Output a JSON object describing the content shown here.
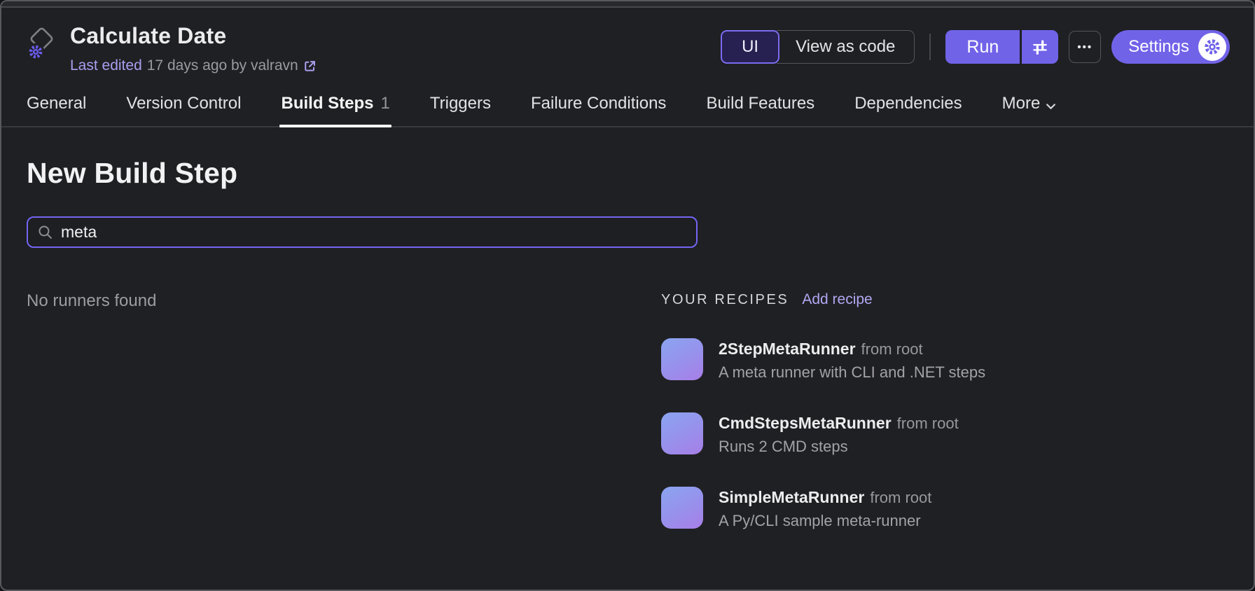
{
  "header": {
    "title": "Calculate Date",
    "last_edited_label": "Last edited",
    "last_edited_detail": "17 days ago by valravn",
    "toggle": {
      "ui_label": "UI",
      "code_label": "View as code",
      "selected": "UI"
    },
    "run_label": "Run",
    "ellipsis_glyph": "•••",
    "settings_label": "Settings"
  },
  "tabs": [
    {
      "label": "General"
    },
    {
      "label": "Version Control"
    },
    {
      "label": "Build Steps",
      "count": "1",
      "active": true
    },
    {
      "label": "Triggers"
    },
    {
      "label": "Failure Conditions"
    },
    {
      "label": "Build Features"
    },
    {
      "label": "Dependencies"
    },
    {
      "label": "More",
      "chevron": true
    }
  ],
  "content": {
    "heading": "New Build Step",
    "search_value": "meta",
    "empty_message": "No runners found",
    "recipes_title": "YOUR RECIPES",
    "add_recipe_label": "Add recipe",
    "recipes": [
      {
        "name": "2StepMetaRunner",
        "origin": "from root",
        "description": "A meta runner with CLI and .NET steps"
      },
      {
        "name": "CmdStepsMetaRunner",
        "origin": "from root",
        "description": "Runs 2 CMD steps"
      },
      {
        "name": "SimpleMetaRunner",
        "origin": "from root",
        "description": "A Py/CLI sample meta-runner"
      }
    ]
  },
  "colors": {
    "accent": "#7163e8",
    "accent_border": "#7b6cf0",
    "link_purple": "#b2a7f4",
    "thumb_gradient_start": "#8aa5f0",
    "thumb_gradient_end": "#a87ee6",
    "background": "#1f2023"
  }
}
